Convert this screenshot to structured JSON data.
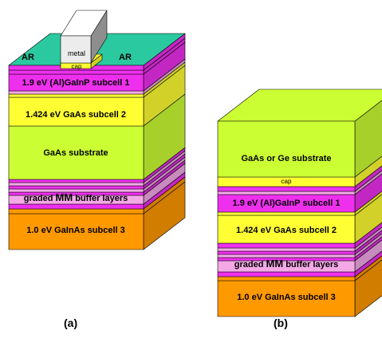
{
  "diagram": {
    "a": {
      "caption": "(a)",
      "ar_left": "AR",
      "ar_right": "AR",
      "metal": "metal",
      "cap": "cap",
      "subcell1": "1.9 eV (Al)GaInP subcell 1",
      "subcell2": "1.424 eV GaAs subcell 2",
      "substrate": "GaAs substrate",
      "buffer_pre": "graded ",
      "buffer_mm": "MM",
      "buffer_post": " buffer layers",
      "subcell3": "1.0 eV GaInAs subcell 3"
    },
    "b": {
      "caption": "(b)",
      "substrate": "GaAs or Ge substrate",
      "cap": "cap",
      "subcell1": "1.9 eV (Al)GaInP subcell 1",
      "subcell2": "1.424 eV GaAs subcell 2",
      "buffer_pre": "graded ",
      "buffer_mm": "MM",
      "buffer_post": " buffer layers",
      "subcell3": "1.0 eV GaInAs subcell 3"
    },
    "colors": {
      "magenta": "#ee30ee",
      "pink": "#f4a9e6",
      "yellow": "#ffff33",
      "green": "#ccff33",
      "orange": "#ff9900",
      "teal": "#2bc9a0",
      "metal": "#ececec"
    }
  }
}
